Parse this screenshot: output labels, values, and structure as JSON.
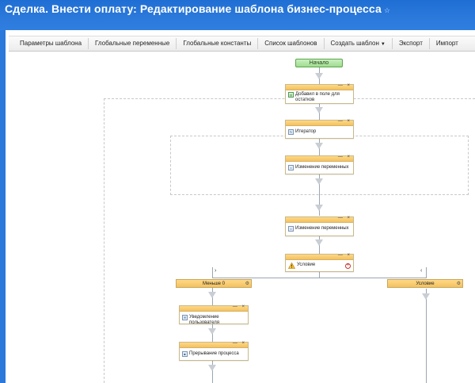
{
  "header": {
    "title": "Сделка. Внести оплату: Редактирование шаблона бизнес-процесса",
    "pin_icon": "pin-icon"
  },
  "toolbar": {
    "items": [
      {
        "label": "Параметры шаблона"
      },
      {
        "label": "Глобальные переменные"
      },
      {
        "label": "Глобальные константы"
      },
      {
        "label": "Список шаблонов"
      },
      {
        "label": "Создать шаблон",
        "has_dropdown": true
      },
      {
        "label": "Экспорт"
      },
      {
        "label": "Импорт"
      }
    ]
  },
  "workflow": {
    "start_label": "Начало",
    "blocks": {
      "set_field": {
        "label": "Добавил в поле для остатков",
        "icon": "field-icon"
      },
      "iterator": {
        "label": "Итератор",
        "icon": "iterator-icon"
      },
      "change_var_1": {
        "label": "Изменение переменных",
        "icon": "variable-icon"
      },
      "change_var_2": {
        "label": "Изменение переменных",
        "icon": "variable-icon"
      },
      "condition": {
        "label": "Условие",
        "icon": "warning-icon"
      },
      "notify_user": {
        "label": "Уведомление пользователя",
        "icon": "notification-icon"
      },
      "terminate": {
        "label": "Прерывание процесса",
        "icon": "stop-icon"
      }
    },
    "branches": {
      "left": "Меньше 0",
      "right": "Условие"
    },
    "block_controls": "— ×"
  },
  "colors": {
    "header_blue": "#2b79db",
    "block_header": "#f3c261",
    "start_green": "#9fdc8f"
  }
}
